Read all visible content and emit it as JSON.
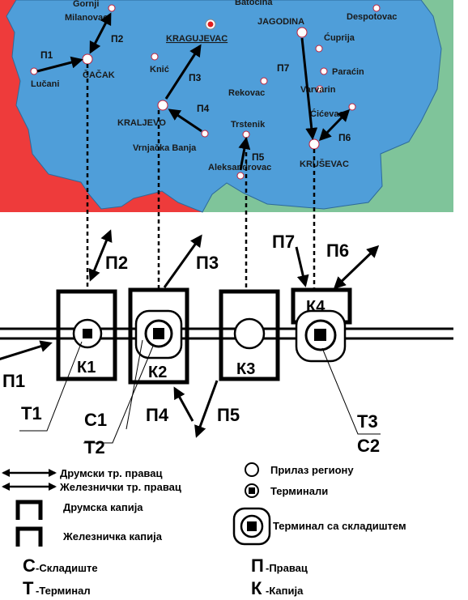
{
  "map": {
    "colors": {
      "region": "#4f9ed9",
      "west": "#ee3b3b",
      "east": "#7fc49a",
      "south": "#7fc49a",
      "capital_dot": "#e11d1d"
    },
    "cities": {
      "gornji_milanovac": "Gornji Milanovac",
      "gornji_line1": "Gornji",
      "gornji_line2": "Milanovac",
      "batocina": "Batočina",
      "kragujevac": "KRAGUJEVAC",
      "jagodina": "JAGODINA",
      "despotovac": "Despotovac",
      "cuprija": "Ćuprija",
      "paracin": "Paraćin",
      "knic": "Knić",
      "rekovac": "Rekovac",
      "varvarin": "Varvarin",
      "cicevac": "Ćićevac",
      "lucani": "Lučani",
      "cacak": "ČAČAK",
      "kraljevo": "KRALJEVO",
      "vrnjacka_banja": "Vrnjačka Banja",
      "trstenik": "Trstenik",
      "aleksandrovac": "Aleksandrovac",
      "krusevac": "KRUŠEVAC"
    },
    "routes": {
      "p1": "П1",
      "p2": "П2",
      "p3": "П3",
      "p4": "П4",
      "p5": "П5",
      "p6": "П6",
      "p7": "П7"
    }
  },
  "diagram": {
    "routes": {
      "p1": "П1",
      "p2": "П2",
      "p3": "П3",
      "p4": "П4",
      "p5": "П5",
      "p6": "П6",
      "p7": "П7"
    },
    "gates": {
      "k1": "К1",
      "k2": "К2",
      "k3": "К3",
      "k4": "К4"
    },
    "labels": {
      "t1": "Т1",
      "t2": "Т2",
      "t3": "Т3",
      "c1": "С1",
      "c2": "С2"
    }
  },
  "legend": {
    "road_route": "Друмски тр. правац",
    "rail_route": "Железнички тр. правац",
    "road_gate": "Друмска капија",
    "rail_gate": "Железничка капија",
    "region_access": "Прилаз региону",
    "terminals": "Терминали",
    "terminal_with_storage": "Терминал са складиштем",
    "storage_letter": "С",
    "storage_text": "-Складиште",
    "terminal_letter": "Т",
    "terminal_text": "-Терминал",
    "route_letter": "П",
    "route_text": "-Правац",
    "gate_letter": "К",
    "gate_text": "-Капија"
  }
}
